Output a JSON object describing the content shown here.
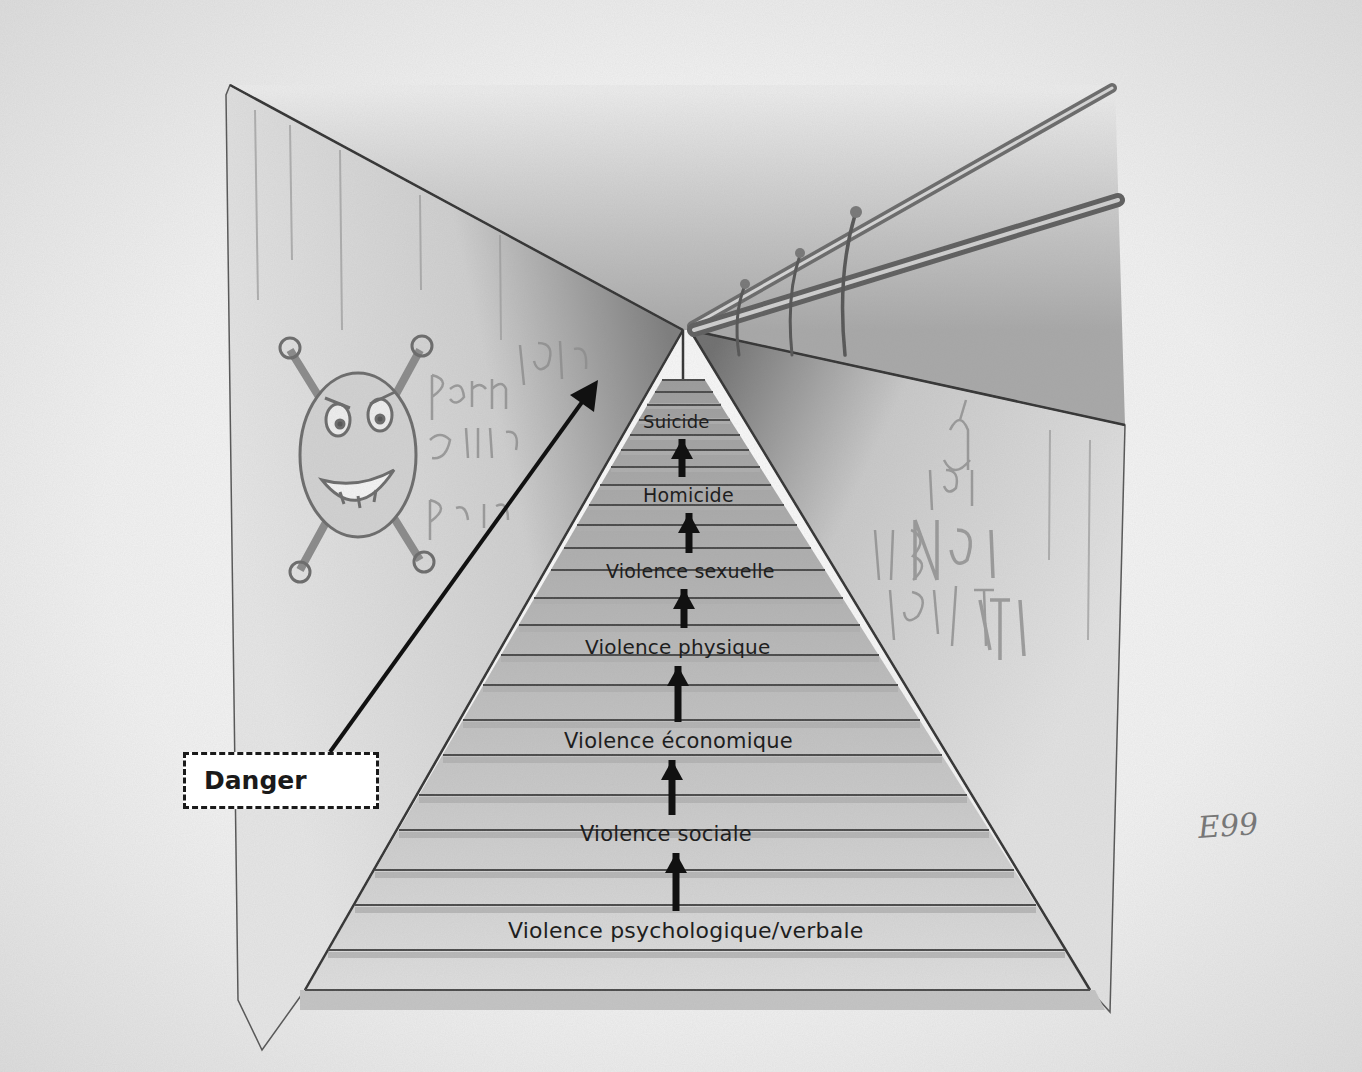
{
  "diagram": {
    "nodes": [
      {
        "text": [
          "Violence psychologique/verbale"
        ]
      },
      {
        "text": [
          "Violence sociale"
        ]
      },
      {
        "text": [
          "Violence économique"
        ]
      },
      {
        "text": [
          "Violence physique"
        ]
      },
      {
        "text": [
          "Violence sexuelle"
        ]
      },
      {
        "text": [
          "Homicide"
        ]
      },
      {
        "text": [
          "Suicide"
        ]
      },
      {
        "text": [
          "Danger"
        ]
      }
    ],
    "edges": [
      {
        "from": 0,
        "to": 1,
        "arrow": "to"
      },
      {
        "from": 1,
        "to": 2,
        "arrow": "to"
      },
      {
        "from": 2,
        "to": 3,
        "arrow": "to"
      },
      {
        "from": 3,
        "to": 4,
        "arrow": "to"
      },
      {
        "from": 4,
        "to": 5,
        "arrow": "to"
      },
      {
        "from": 5,
        "to": 6,
        "arrow": "to"
      }
    ],
    "labels": [
      "E99"
    ]
  }
}
